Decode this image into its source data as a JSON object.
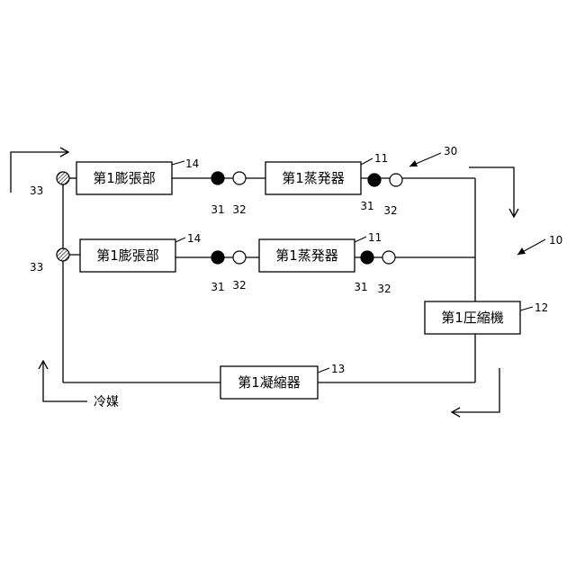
{
  "components": {
    "expansion_upper": {
      "label": "第1膨張部",
      "ref": "14"
    },
    "evaporator_upper": {
      "label": "第1蒸発器",
      "ref": "11"
    },
    "expansion_lower": {
      "label": "第1膨張部",
      "ref": "14"
    },
    "evaporator_lower": {
      "label": "第1蒸発器",
      "ref": "11"
    },
    "compressor": {
      "label": "第1圧縮機",
      "ref": "12"
    },
    "condenser": {
      "label": "第1凝縮器",
      "ref": "13"
    }
  },
  "sensors": {
    "filled_ref": "31",
    "open_ref": "32",
    "hatched_ref": "33"
  },
  "system_refs": {
    "circuit": "10",
    "unit": "30"
  },
  "annotations": {
    "refrigerant": "冷媒"
  }
}
